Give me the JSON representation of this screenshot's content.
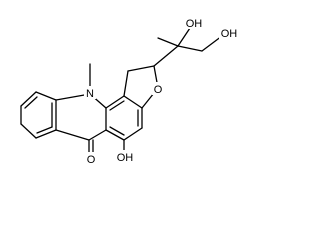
{
  "structure": {
    "background": "#ffffff",
    "bond_color": "#000000",
    "labels": {
      "n_methyl_nitrogen": "N",
      "furan_oxygen": "O",
      "carbonyl_oxygen": "O",
      "phenol_hydroxyl": "OH",
      "tertiary_hydroxyl": "OH",
      "primary_hydroxyl": "OH"
    }
  }
}
